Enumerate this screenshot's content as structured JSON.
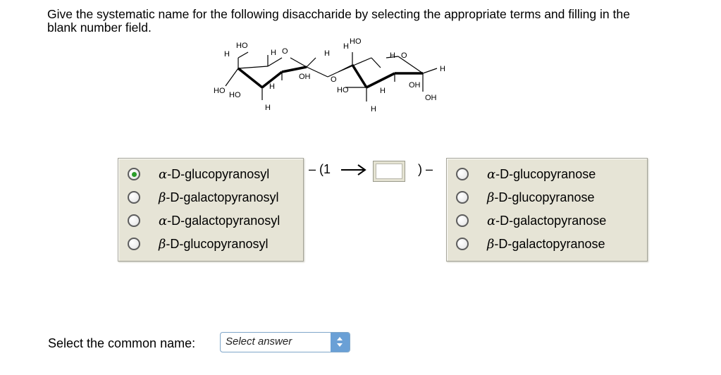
{
  "question": {
    "line1": "Give the systematic name for the following disaccharide by selecting the appropriate terms and filling in the",
    "line2": "blank number field."
  },
  "structure": {
    "labels": {
      "ho1": "HO",
      "h1": "H",
      "h2": "H",
      "o1": "O",
      "h3": "H",
      "oh1": "OH",
      "ho2": "HO",
      "ho3": "HO",
      "h4": "H",
      "h5": "H",
      "o_link": "O",
      "h6": "H",
      "ho4": "HO",
      "h7": "H",
      "o2": "O",
      "h8": "H",
      "ho5": "HO",
      "h9": "H",
      "oh2": "OH",
      "h10": "H",
      "oh3": "OH"
    }
  },
  "left_options": [
    {
      "greek": "α",
      "rest": "-D-glucopyranosyl",
      "selected": true
    },
    {
      "greek": "β",
      "rest": "-D-galactopyranosyl",
      "selected": false
    },
    {
      "greek": "α",
      "rest": "-D-galactopyranosyl",
      "selected": false
    },
    {
      "greek": "β",
      "rest": "-D-glucopyranosyl",
      "selected": false
    }
  ],
  "linkage": {
    "prefix": "– (1",
    "suffix": ") –",
    "value": ""
  },
  "right_options": [
    {
      "greek": "α",
      "rest": "-D-glucopyranose",
      "selected": false
    },
    {
      "greek": "β",
      "rest": "-D-glucopyranose",
      "selected": false
    },
    {
      "greek": "α",
      "rest": "-D-galactopyranose",
      "selected": false
    },
    {
      "greek": "β",
      "rest": "-D-galactopyranose",
      "selected": false
    }
  ],
  "common_name": {
    "label": "Select the common name:",
    "placeholder": "Select answer"
  },
  "colors": {
    "panel": "#e6e4d6",
    "radio_selected": "#2a9d2a",
    "select_button": "#6aa0d6"
  }
}
